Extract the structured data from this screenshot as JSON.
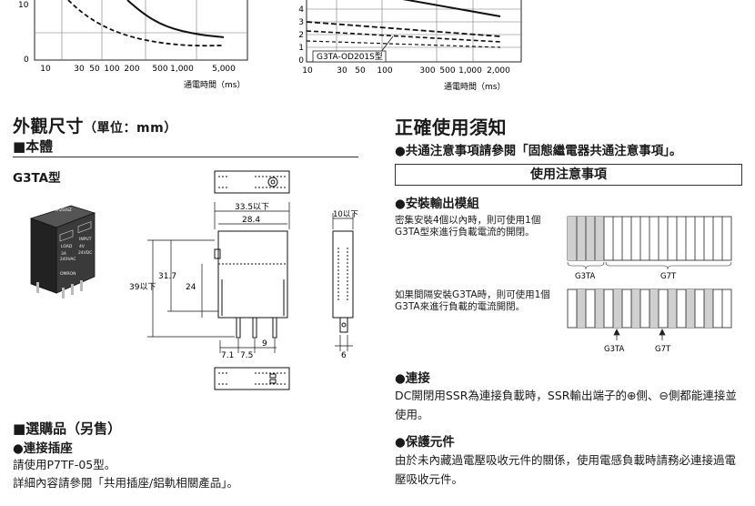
{
  "graph_left": {
    "y_ticks": [
      "10",
      "0"
    ],
    "x_ticks": [
      "10",
      "30",
      "50",
      "100",
      "200",
      "500",
      "1,000",
      "5,000"
    ],
    "xlabel": "通電時間（ms）"
  },
  "graph_right": {
    "y_ticks": [
      "4",
      "3",
      "2",
      "1",
      "0"
    ],
    "x_ticks": [
      "10",
      "30",
      "50",
      "100",
      "300",
      "500",
      "1,000",
      "2,000"
    ],
    "xlabel": "通電時間（ms）",
    "annotation": "G3TA-OD201S型"
  },
  "left": {
    "title": "外觀尺寸",
    "title_unit": "（單位：mm）",
    "sub_body": "■本體",
    "model": "G3TA型",
    "dims": {
      "d1": "33.5以下",
      "d2": "28.4",
      "d3": "10以下",
      "d4": "31.7",
      "d5": "39以下",
      "d6": "24",
      "d7": "9",
      "d8": "7.1",
      "d9": "7.5",
      "d10": "6"
    },
    "product_labels": [
      "LOAD",
      "INPUT",
      "3A",
      "4V",
      "240VAC",
      "24VDC",
      "OMRON",
      "G3TA-OA203SZ"
    ],
    "options_title": "■選購品（另售）",
    "socket_title": "●連接插座",
    "socket_line1": "請使用P7TF-05型。",
    "socket_line2": "詳細內容請參閱「共用插座/鋁軌相關產品」。"
  },
  "right": {
    "title": "正確使用須知",
    "common_note": "●共通注意事項請參閱「固態繼電器共通注意事項」。",
    "box_title": "使用注意事項",
    "install_title": "●安裝輸出模組",
    "install_text1": "密集安裝4個以內時，則可使用1個G3TA型來進行負載電流的開閉。",
    "install_text2": "如果間隔安裝G3TA時，則可使用1個G3TA來進行負載的電流開閉。",
    "label_g3ta": "G3TA",
    "label_g7t": "G7T",
    "connect_title": "●連接",
    "connect_text": "DC開閉用SSR為連接負載時，SSR輸出端子的⊕側、⊖側都能連接並使用。",
    "protect_title": "●保護元件",
    "protect_text": "由於未內藏過電壓吸收元件的關係，使用電感負載時請務必連接過電壓吸收元件。"
  }
}
